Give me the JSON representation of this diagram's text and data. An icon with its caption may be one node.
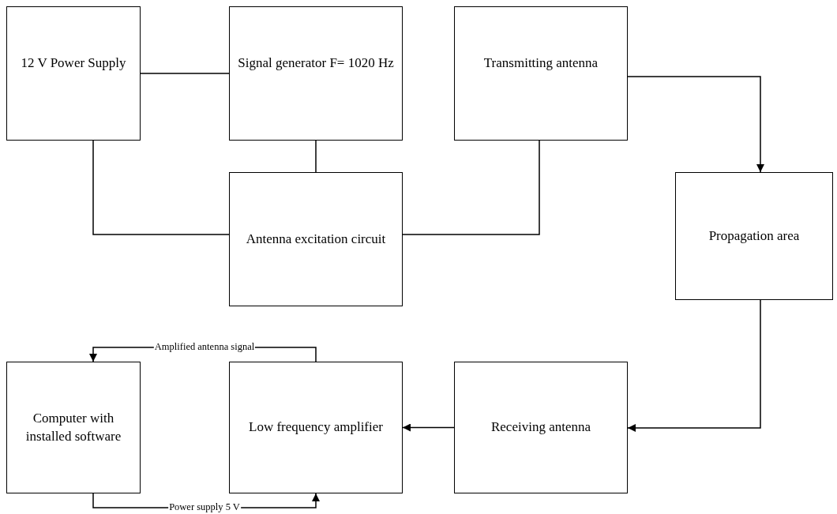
{
  "diagram": {
    "nodes": [
      {
        "text": [
          "12 V Power Supply"
        ]
      },
      {
        "text": [
          "Signal generator F= 1020 Hz"
        ]
      },
      {
        "text": [
          "Transmitting antenna"
        ]
      },
      {
        "text": [
          "Antenna excitation circuit"
        ]
      },
      {
        "text": [
          "Propagation area"
        ]
      },
      {
        "text": [
          "Computer with installed software"
        ]
      },
      {
        "text": [
          "Low frequency amplifier"
        ]
      },
      {
        "text": [
          "Receiving antenna"
        ]
      }
    ],
    "edges": [
      {
        "from": 0,
        "to": 1,
        "arrow": "none"
      },
      {
        "from": 1,
        "to": 3,
        "arrow": "none"
      },
      {
        "from": 0,
        "to": 3,
        "arrow": "none"
      },
      {
        "from": 2,
        "to": 3,
        "arrow": "none"
      },
      {
        "from": 2,
        "to": 4,
        "arrow": "to"
      },
      {
        "from": 4,
        "to": 7,
        "arrow": "to"
      },
      {
        "from": 7,
        "to": 6,
        "arrow": "to"
      },
      {
        "from": 6,
        "to": 5,
        "arrow": "to",
        "label": "Amplified antenna signal"
      },
      {
        "from": 5,
        "to": 6,
        "arrow": "to",
        "label": "Power supply 5 V"
      }
    ]
  }
}
